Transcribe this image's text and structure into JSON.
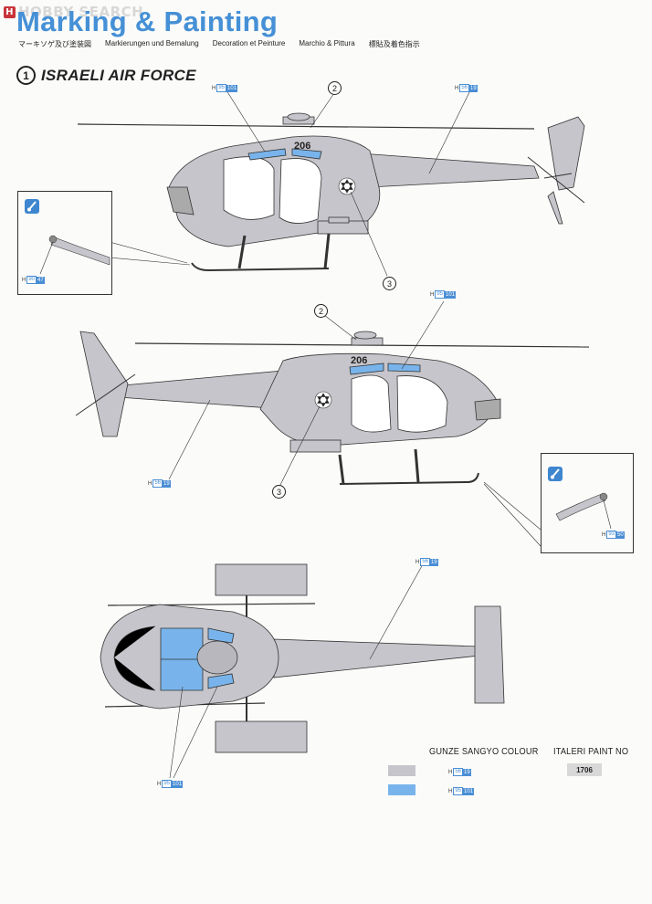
{
  "watermark": {
    "logo": "H",
    "text": "HOBBY SEARCH"
  },
  "header": {
    "title": "Marking & Painting",
    "subtitles": [
      "マーキソゲ及び塗装図",
      "Markierungen und Bemalung",
      "Decoration et Peinture",
      "Marchio & Pittura",
      "標貼及着色指示"
    ]
  },
  "section": {
    "number": "1",
    "title": "ISRAELI AIR FORCE"
  },
  "aircraft": {
    "number": "206"
  },
  "callouts": {
    "two": "2",
    "three": "3"
  },
  "codes": {
    "h95_101": {
      "prefix": "H",
      "num": "95",
      "sub": "101"
    },
    "h56_19": {
      "prefix": "H",
      "num": "56",
      "sub": "19"
    },
    "h90_47": {
      "prefix": "H",
      "num": "90",
      "sub": "47"
    },
    "h93_50": {
      "prefix": "H",
      "num": "93",
      "sub": "50"
    }
  },
  "legend": {
    "gunze_header": "GUNZE SANGYO COLOUR",
    "italeri_header": "ITALERI PAINT NO",
    "italeri_value": "1706"
  },
  "colors": {
    "grey": "#c6c5cb",
    "blue": "#78b4eb",
    "accent": "#4590d6"
  }
}
